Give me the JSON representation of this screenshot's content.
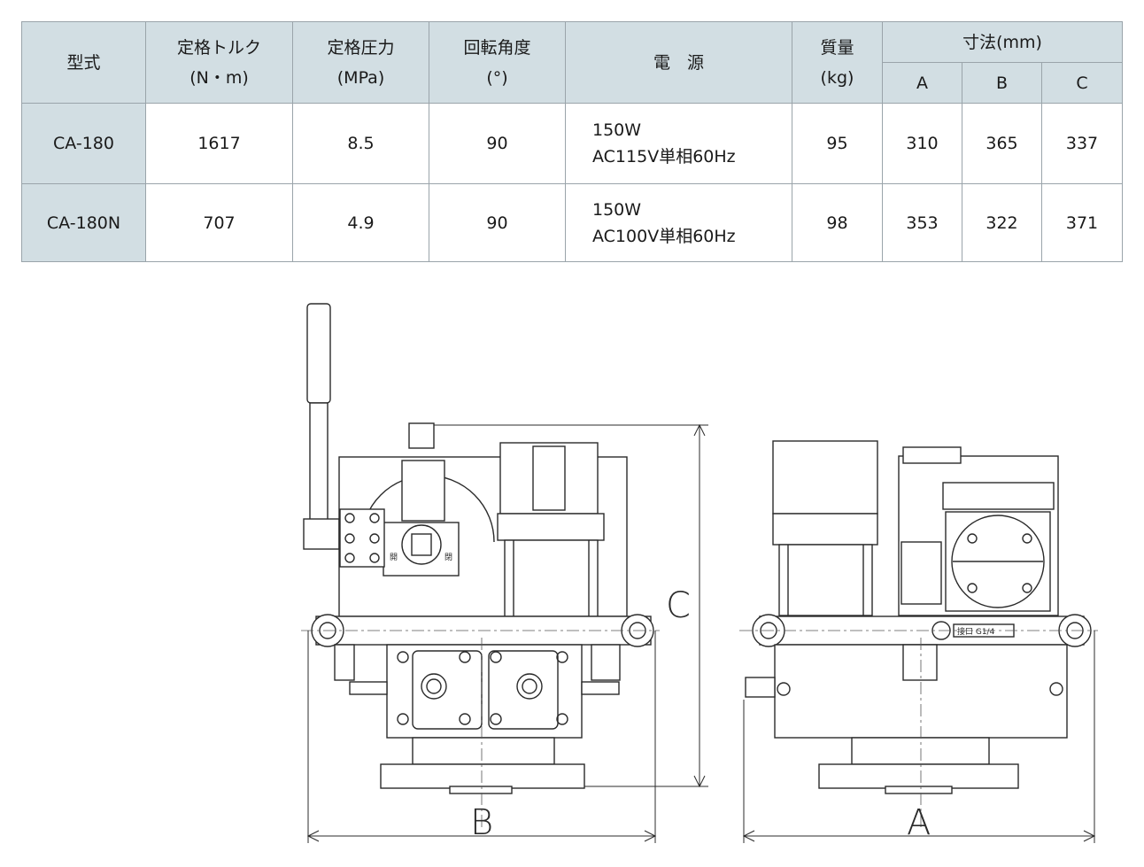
{
  "table": {
    "headers": {
      "model": "型式",
      "torque": "定格トルク",
      "torque_unit": "(N・m)",
      "pressure": "定格圧力",
      "pressure_unit": "(MPa)",
      "angle": "回転角度",
      "angle_unit": "(°)",
      "power": "電　源",
      "mass": "質量",
      "mass_unit": "(kg)",
      "dims": "寸法(mm)",
      "dim_a": "A",
      "dim_b": "B",
      "dim_c": "C"
    },
    "rows": [
      {
        "model": "CA-180",
        "torque": "1617",
        "pressure": "8.5",
        "angle": "90",
        "power_line1": "150W",
        "power_line2": "AC115V単相60Hz",
        "mass": "95",
        "a": "310",
        "b": "365",
        "c": "337"
      },
      {
        "model": "CA-180N",
        "torque": "707",
        "pressure": "4.9",
        "angle": "90",
        "power_line1": "150W",
        "power_line2": "AC100V単相60Hz",
        "mass": "98",
        "a": "353",
        "b": "322",
        "c": "371"
      }
    ]
  },
  "drawing": {
    "front_labels": {
      "open_left": "開",
      "open_right": "閉"
    },
    "port_label": "接口 G1/4",
    "dim_labels": {
      "a": "A",
      "b": "B",
      "c": "C"
    }
  }
}
